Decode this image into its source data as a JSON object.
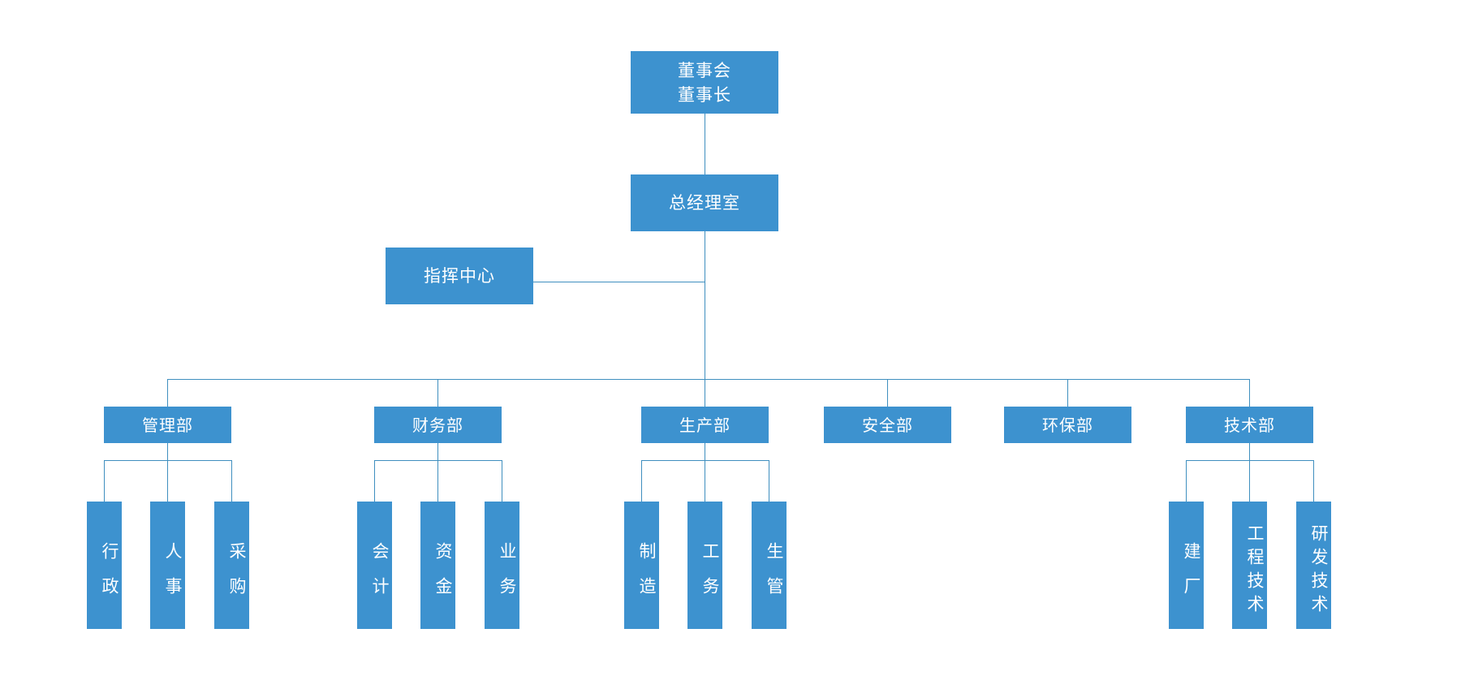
{
  "chart_data": {
    "type": "diagram",
    "title": "",
    "diagram_kind": "organization-chart",
    "orientation": "top-down",
    "colors": {
      "node_fill": "#3d92cf",
      "node_text": "#ffffff",
      "connector": "#3f8fbf",
      "background": "#ffffff"
    },
    "levels": [
      {
        "level": 1,
        "nodes": [
          "董事会\n董事长"
        ]
      },
      {
        "level": 2,
        "nodes": [
          "总经理室"
        ]
      },
      {
        "level": 3,
        "nodes": [
          "指挥中心"
        ]
      },
      {
        "level": 4,
        "nodes": [
          "管理部",
          "财务部",
          "生产部",
          "安全部",
          "环保部",
          "技术部"
        ]
      },
      {
        "level": 5,
        "nodes": [
          "行政",
          "人事",
          "采购",
          "会计",
          "资金",
          "业务",
          "制造",
          "工务",
          "生管",
          "建厂",
          "工程技术",
          "研发技术"
        ]
      }
    ],
    "edges": [
      {
        "from": "董事会董事长",
        "to": "总经理室"
      },
      {
        "from": "总经理室",
        "to": "指挥中心"
      },
      {
        "from": "总经理室",
        "to": "管理部"
      },
      {
        "from": "总经理室",
        "to": "财务部"
      },
      {
        "from": "总经理室",
        "to": "生产部"
      },
      {
        "from": "总经理室",
        "to": "安全部"
      },
      {
        "from": "总经理室",
        "to": "环保部"
      },
      {
        "from": "总经理室",
        "to": "技术部"
      },
      {
        "from": "管理部",
        "to": "行政"
      },
      {
        "from": "管理部",
        "to": "人事"
      },
      {
        "from": "管理部",
        "to": "采购"
      },
      {
        "from": "财务部",
        "to": "会计"
      },
      {
        "from": "财务部",
        "to": "资金"
      },
      {
        "from": "财务部",
        "to": "业务"
      },
      {
        "from": "生产部",
        "to": "制造"
      },
      {
        "from": "生产部",
        "to": "工务"
      },
      {
        "from": "生产部",
        "to": "生管"
      },
      {
        "from": "技术部",
        "to": "建厂"
      },
      {
        "from": "技术部",
        "to": "工程技术"
      },
      {
        "from": "技术部",
        "to": "研发技术"
      }
    ]
  },
  "org": {
    "board": {
      "label": "董事会\n董事长"
    },
    "gm_office": {
      "label": "总经理室"
    },
    "command_center": {
      "label": "指挥中心"
    },
    "departments": [
      {
        "label": "管理部"
      },
      {
        "label": "财务部"
      },
      {
        "label": "生产部"
      },
      {
        "label": "安全部"
      },
      {
        "label": "环保部"
      },
      {
        "label": "技术部"
      }
    ],
    "units": [
      {
        "label": "行政"
      },
      {
        "label": "人事"
      },
      {
        "label": "采购"
      },
      {
        "label": "会计"
      },
      {
        "label": "资金"
      },
      {
        "label": "业务"
      },
      {
        "label": "制造"
      },
      {
        "label": "工务"
      },
      {
        "label": "生管"
      },
      {
        "label": "建厂"
      },
      {
        "label": "工程技术"
      },
      {
        "label": "研发技术"
      }
    ]
  }
}
